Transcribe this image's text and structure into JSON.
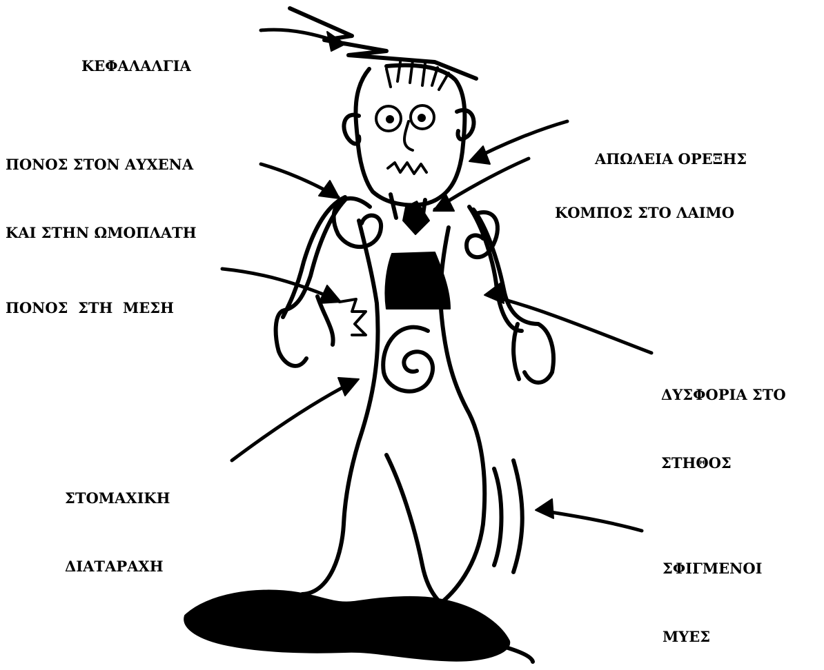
{
  "labels": {
    "headache": [
      "ΚΕΦΑΛΑΛΓΙΑ"
    ],
    "neck_pain": [
      "ΠΟΝΟΣ ΣΤΟΝ ΑΥΧΕΝΑ",
      "ΚΑΙ ΣΤΗΝ ΩΜΟΠΛΑΤΗ"
    ],
    "loss_of_appetite": [
      "ΑΠΩΛΕΙΑ ΟΡΕΞΗΣ"
    ],
    "lump_in_throat": [
      "ΚΟΜΠΟΣ ΣΤΟ ΛΑΙΜΟ"
    ],
    "back_pain": [
      "ΠΟΝΟΣ  ΣΤΗ  ΜΕΣΗ"
    ],
    "chest_discomfort": [
      "ΔΥΣΦΟΡΙΑ ΣΤΟ",
      "ΣΤΗΘΟΣ"
    ],
    "stomach_upset": [
      "ΣΤΟΜΑΧΙΚΗ",
      "ΔΙΑΤΑΡΑΧΗ"
    ],
    "tense_muscles": [
      "ΣΦΙΓΜΕΝΟΙ",
      "ΜΥΕΣ"
    ]
  },
  "colors": {
    "ink": "#000000",
    "background": "#ffffff"
  }
}
